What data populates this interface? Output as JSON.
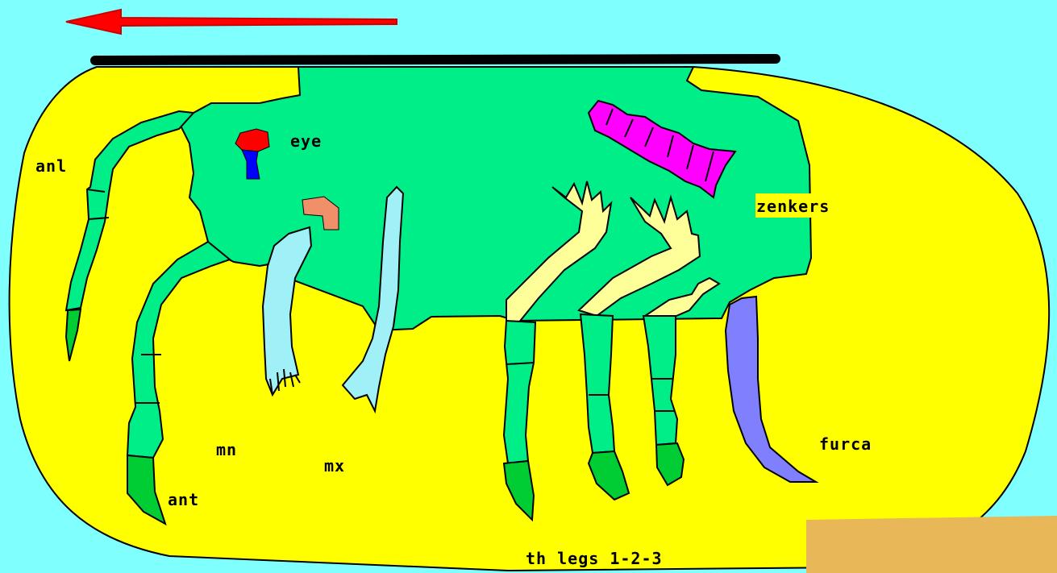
{
  "labels": {
    "eye": "eye",
    "anl": "anl",
    "zenkers": "zenkers",
    "mn": "mn",
    "mx": "mx",
    "ant": "ant",
    "furca": "furca",
    "th_legs": "th legs 1-2-3"
  },
  "colors": {
    "background": "#80ffff",
    "shell": "#ffff00",
    "body": "#00ee88",
    "appendage_tip": "#00cc33",
    "eye_top": "#ff0000",
    "eye_bottom": "#0000ff",
    "zenkers_organ": "#ff00ff",
    "furca": "#8080ff",
    "mouthparts": "#a0f0f8",
    "thoracic_legs": "#ffff99",
    "orange_patch": "#f0906a",
    "arrow": "#ff0000",
    "dorsal_line": "#000000"
  },
  "icons": {
    "arrow": "left-arrow-icon"
  }
}
